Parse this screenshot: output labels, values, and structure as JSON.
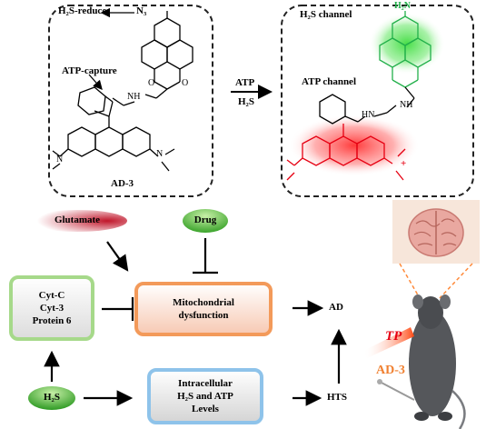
{
  "top": {
    "left_probe": {
      "reduce_label": "H₂S-reduce",
      "azide_label": "N₃",
      "capture_label": "ATP-capture",
      "nh_label": "NH",
      "o1": "O",
      "o2": "O",
      "n_label": "N",
      "name": "AD-3"
    },
    "arrow": {
      "top_label": "ATP",
      "bottom_label": "H₂S"
    },
    "right_probe": {
      "h2s_channel": "H₂S channel",
      "atp_channel": "ATP channel",
      "amine_label": "H₂N",
      "hn_label": "HN",
      "nh_label": "NH",
      "plus": "+"
    }
  },
  "bottom": {
    "glutamate": "Glutamate",
    "drug": "Drug",
    "cyt_box": [
      "Cyt-C",
      "Cyt-3",
      "Protein 6"
    ],
    "mito_box": [
      "Mitochondrial",
      "dysfunction"
    ],
    "ad": "AD",
    "hts": "HTS",
    "h2s": "H₂S",
    "intra_box": [
      "Intracellular",
      "H₂S and ATP",
      "Levels"
    ],
    "tp": "TP",
    "ad3": "AD-3"
  },
  "colors": {
    "green": "#22b04a",
    "red": "#e60012",
    "orange": "#f08030",
    "mito_border": "#f39a5a",
    "intra_border": "#8ec3ea",
    "cyt_border": "#a6d98a"
  }
}
